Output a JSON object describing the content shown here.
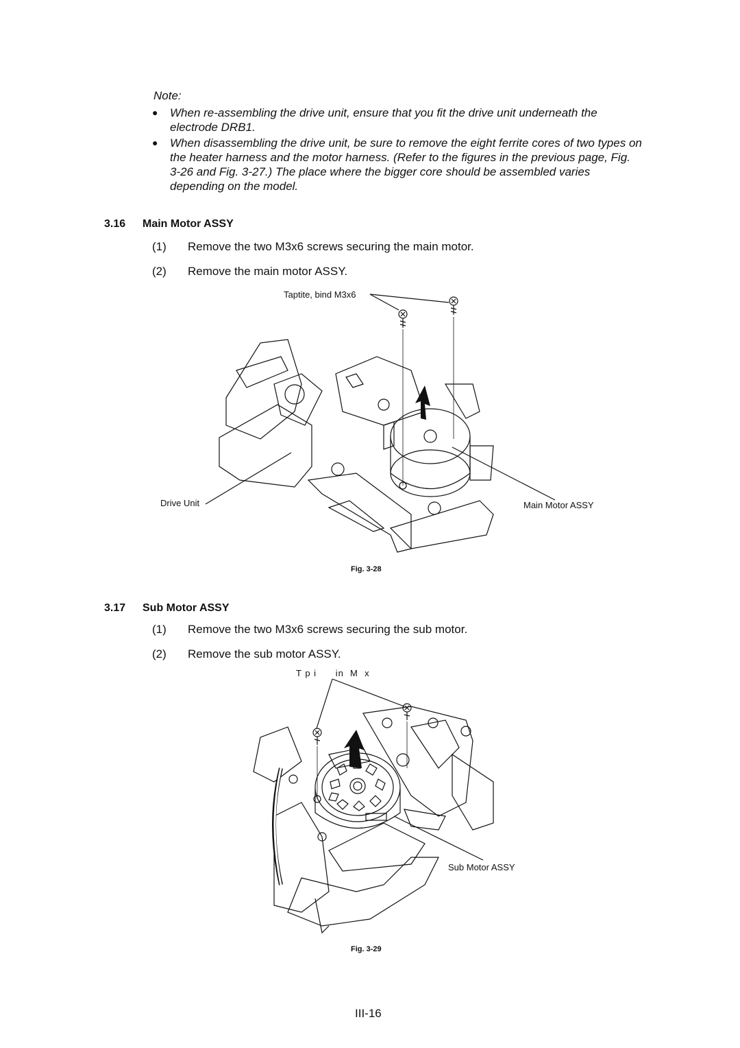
{
  "note": {
    "title": "Note:",
    "bullets": [
      "When re-assembling the drive unit, ensure that you fit the drive unit underneath the electrode DRB1.",
      "When disassembling the drive unit, be sure to remove the eight ferrite cores of two types on the heater harness and the motor harness. (Refer to the figures in the previous page, Fig. 3-26 and Fig. 3-27.)  The place where the bigger core should be assembled varies depending on the model."
    ]
  },
  "section_main": {
    "number": "3.16",
    "title": "Main Motor ASSY",
    "steps": [
      {
        "num": "(1)",
        "text": "Remove the two M3x6 screws securing the main motor."
      },
      {
        "num": "(2)",
        "text": "Remove the main motor ASSY."
      }
    ],
    "figure": {
      "label_screw": "Taptite, bind M3x6",
      "label_drive": "Drive Unit",
      "label_motor": "Main Motor ASSY",
      "caption": "Fig. 3-28"
    }
  },
  "section_sub": {
    "number": "3.17",
    "title": "Sub Motor ASSY",
    "steps": [
      {
        "num": "(1)",
        "text": "Remove the two M3x6 screws securing the sub motor."
      },
      {
        "num": "(2)",
        "text": "Remove the sub motor ASSY."
      }
    ],
    "figure": {
      "label_screw": "T p i      in  M  x",
      "label_motor": "Sub Motor ASSY",
      "caption": "Fig. 3-29"
    }
  },
  "page_number": "III-16"
}
